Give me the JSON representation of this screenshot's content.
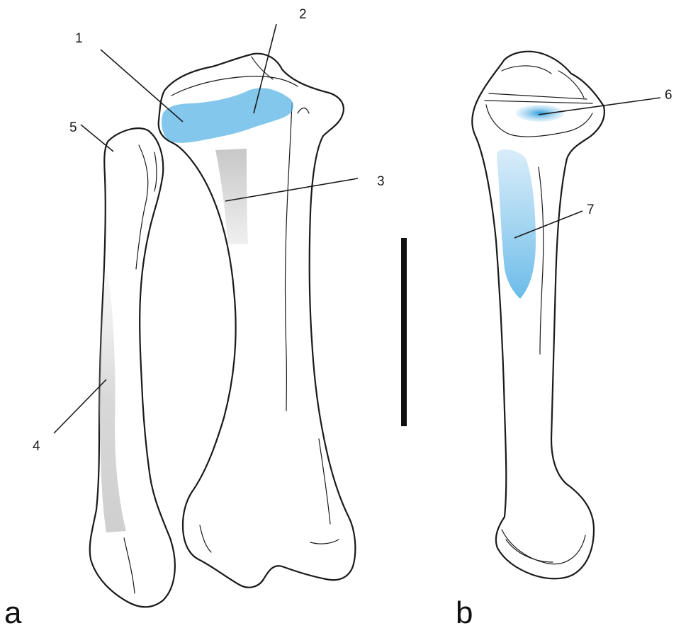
{
  "panels": {
    "a": "a",
    "b": "b"
  },
  "labels": {
    "l1": "1",
    "l2": "2",
    "l3": "3",
    "l4": "4",
    "l5": "5",
    "l6": "6",
    "l7": "7"
  },
  "colors": {
    "highlight_blue": "#5ab4e6",
    "shade_grey": "#9a9a9a",
    "outline": "#1a1a1a",
    "scale_bar": "#111111"
  }
}
